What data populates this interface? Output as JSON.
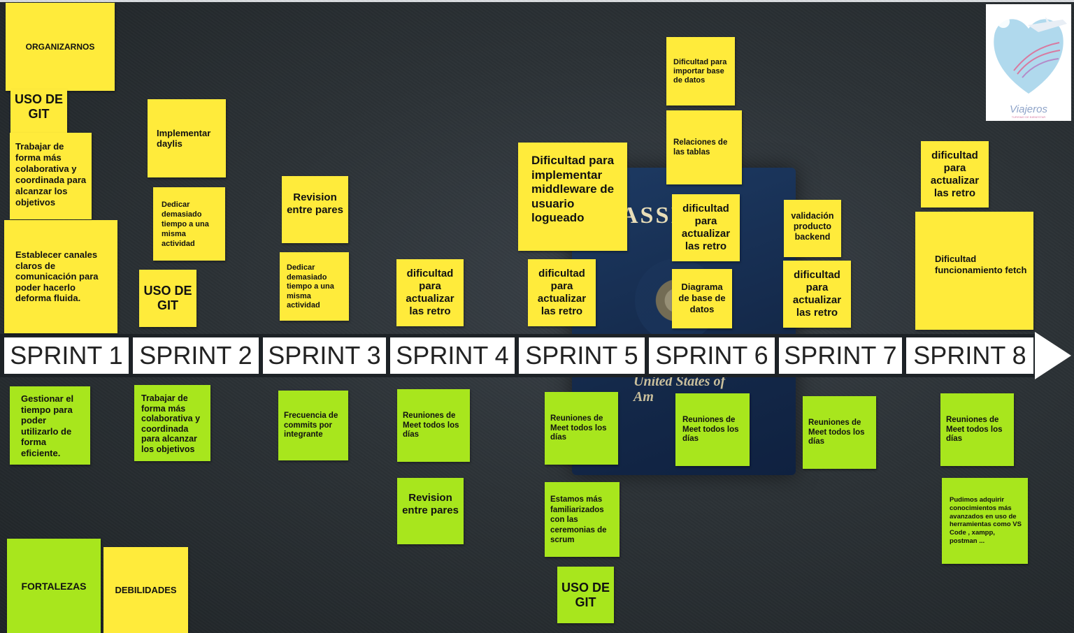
{
  "sprints": [
    "SPRINT 1",
    "SPRINT 2",
    "SPRINT 3",
    "SPRINT 4",
    "SPRINT 5",
    "SPRINT 6",
    "SPRINT 7",
    "SPRINT 8"
  ],
  "passport": {
    "title": "ASSI",
    "subtitle": "United States of Am"
  },
  "logo": {
    "name": "Viajeros",
    "tagline": "TURISMO DE BIENESTAR"
  },
  "legend": {
    "strengths": "FORTALEZAS",
    "weaknesses": "DEBILIDADES"
  },
  "sprint1": {
    "yellow": [
      "ORGANIZARNOS",
      "USO DE GIT",
      "Trabajar de forma más colaborativa y coordinada para alcanzar los objetivos",
      "Establecer canales claros de comunicación para poder hacerlo deforma fluida."
    ],
    "green": [
      "Gestionar el tiempo para poder utilizarlo de forma eficiente."
    ]
  },
  "sprint2": {
    "yellow": [
      "Implementar daylis",
      "Dedicar demasiado tiempo a una misma actividad",
      "USO DE GIT"
    ],
    "green": [
      "Trabajar de forma más colaborativa y coordinada para alcanzar los objetivos"
    ]
  },
  "sprint3": {
    "yellow": [
      "Revision entre pares",
      "Dedicar demasiado tiempo a una misma actividad"
    ],
    "green": [
      "Frecuencia de commits por integrante"
    ]
  },
  "sprint4": {
    "yellow": [
      "dificultad para actualizar las retro"
    ],
    "green": [
      "Reuniones de Meet todos los días",
      "Revision entre pares"
    ]
  },
  "sprint5": {
    "yellow": [
      "Dificultad para implementar middleware de usuario logueado",
      "dificultad para actualizar las retro"
    ],
    "green": [
      "Reuniones de Meet todos los días",
      "Estamos más familiarizados con las ceremonias de scrum",
      "USO DE GIT"
    ]
  },
  "sprint6": {
    "yellow": [
      "Dificultad para importar base de datos",
      "Relaciones de las tablas",
      "dificultad para actualizar las retro",
      "Diagrama de base de datos"
    ],
    "green": [
      "Reuniones de Meet todos los días"
    ]
  },
  "sprint7": {
    "yellow": [
      "validación producto backend",
      "dificultad para actualizar las retro"
    ],
    "green": [
      "Reuniones de Meet todos los días"
    ]
  },
  "sprint8": {
    "yellow": [
      "dificultad para actualizar las retro",
      "Dificultad funcionamiento fetch"
    ],
    "green": [
      "Reuniones de Meet todos los días",
      "Pudimos adquirir conocimientos más avanzados en uso de herramientas como VS Code , xampp, postman ..."
    ]
  },
  "colors": {
    "yellow_note": "#ffeb3b",
    "green_note": "#a8e61d",
    "timeline_box": "#ffffff"
  }
}
